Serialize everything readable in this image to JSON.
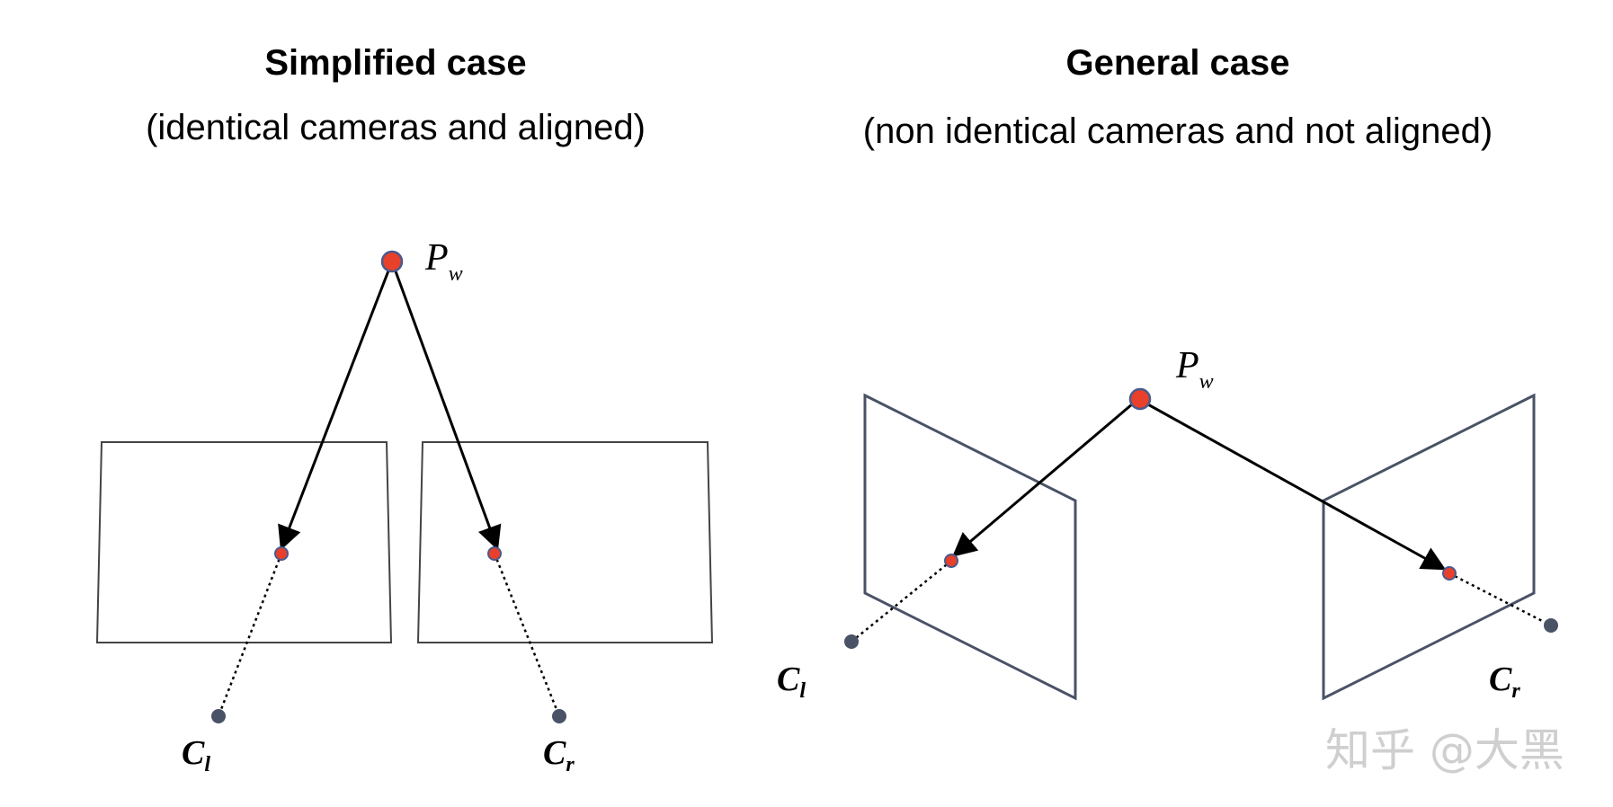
{
  "left_panel": {
    "title": "Simplified case",
    "subtitle": "(identical cameras and aligned)",
    "world_point": {
      "main": "P",
      "sub": "w"
    },
    "left_camera": {
      "main": "C",
      "sub": "l"
    },
    "right_camera": {
      "main": "C",
      "sub": "r"
    }
  },
  "right_panel": {
    "title": "General case",
    "subtitle": "(non identical cameras and not aligned)",
    "world_point": {
      "main": "P",
      "sub": "w"
    },
    "left_camera": {
      "main": "C",
      "sub": "l"
    },
    "right_camera": {
      "main": "C",
      "sub": "r"
    }
  },
  "watermark": "知乎 @大黑",
  "colors": {
    "point_red": "#e8402b",
    "point_outline": "#4a5a8c",
    "camera_center": "#4a5266",
    "plane_stroke_left": "#444444",
    "plane_stroke_right": "#4a5266"
  }
}
